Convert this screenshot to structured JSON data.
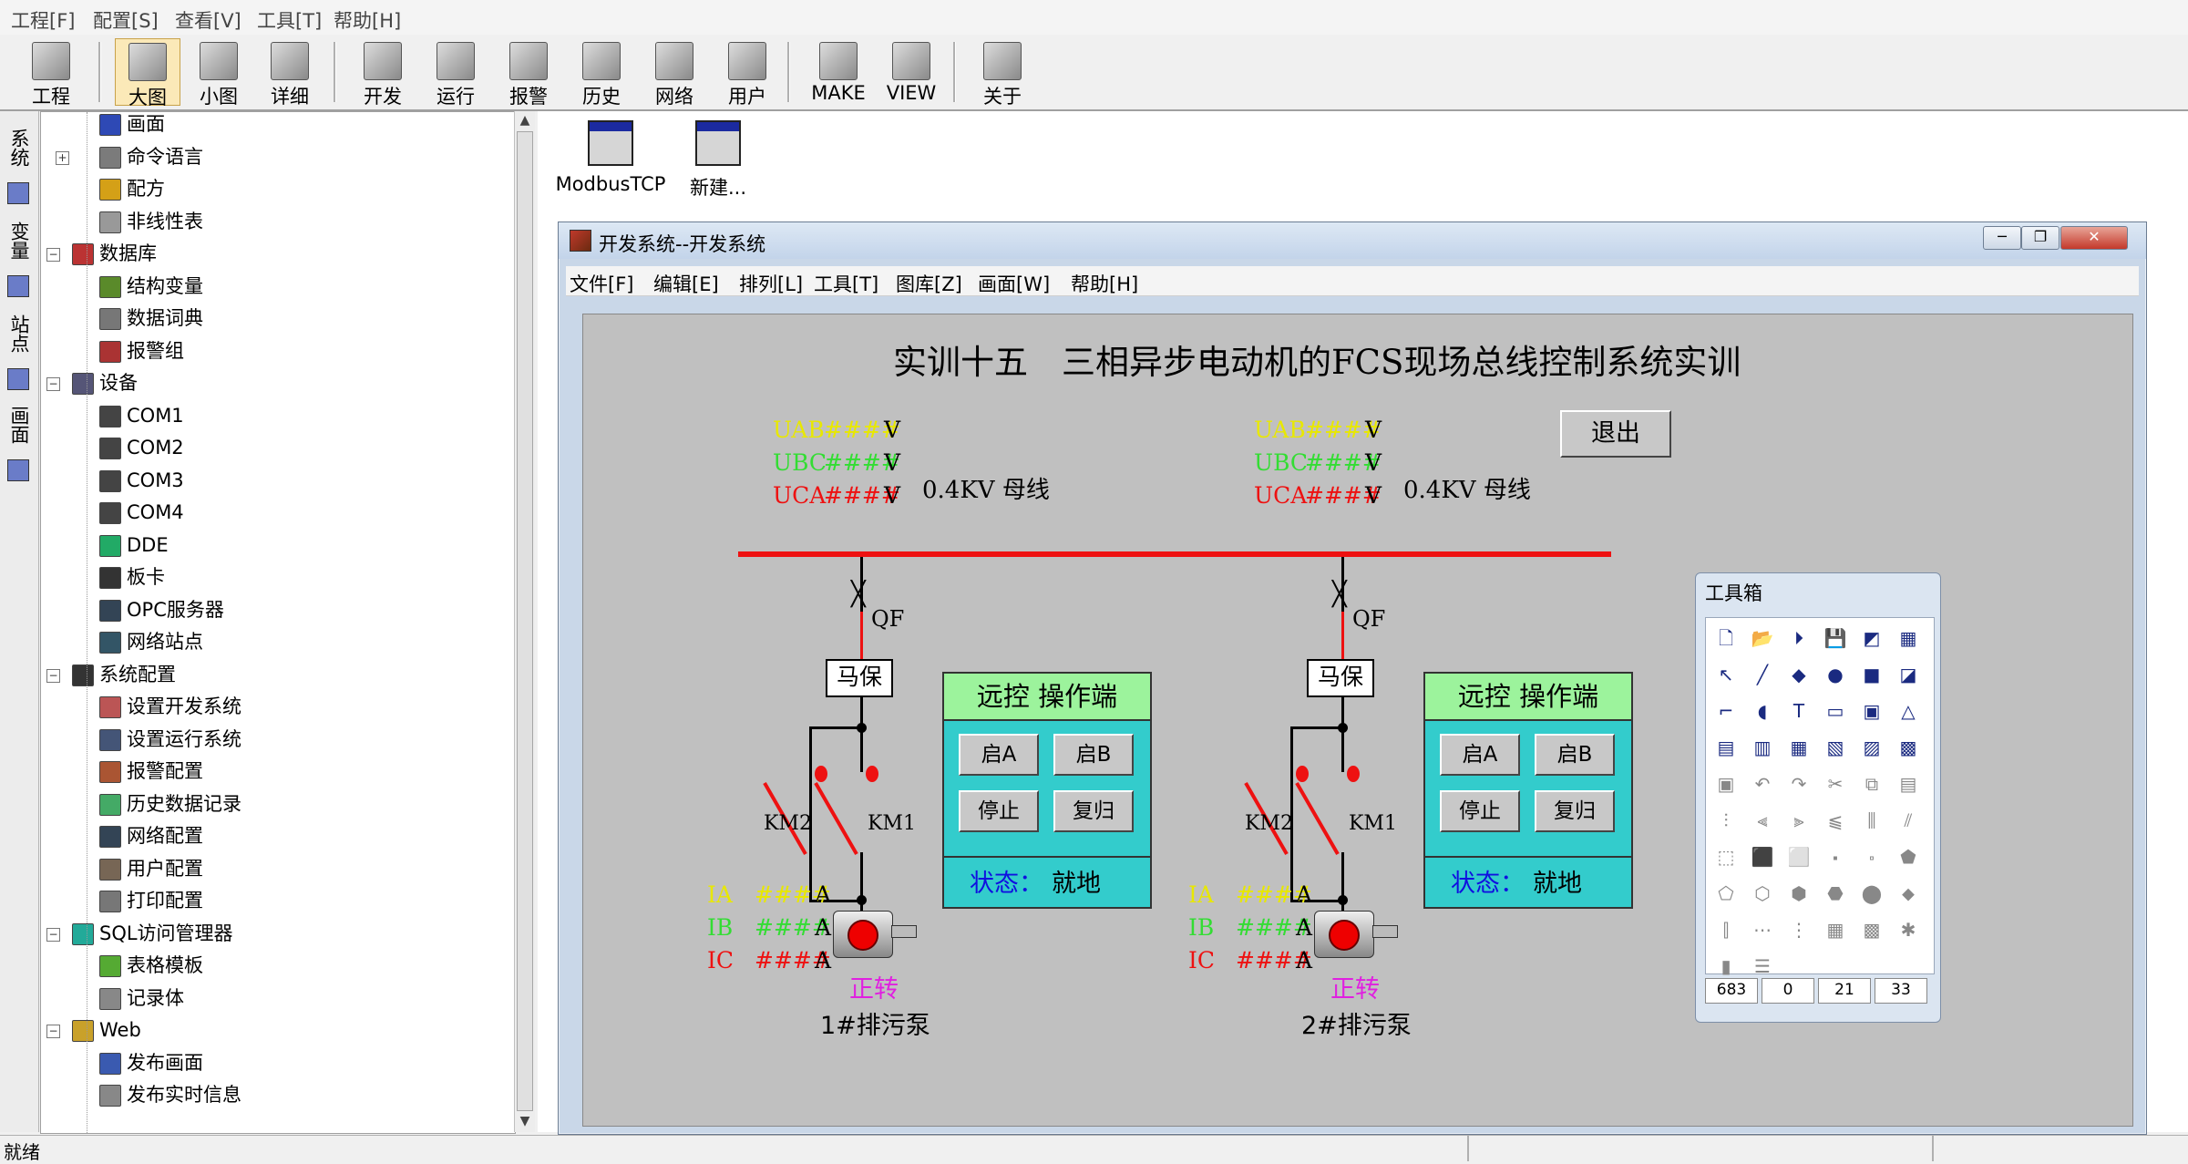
{
  "menubar": {
    "items": [
      "工程[F]",
      "配置[S]",
      "查看[V]",
      "工具[T]",
      "帮助[H]"
    ]
  },
  "toolbar": {
    "buttons": [
      {
        "label": "工程",
        "icon": "project-icon"
      },
      {
        "label": "大图",
        "icon": "large-icons-icon"
      },
      {
        "label": "小图",
        "icon": "small-icons-icon"
      },
      {
        "label": "详细",
        "icon": "details-icon"
      },
      {
        "label": "开发",
        "icon": "develop-icon"
      },
      {
        "label": "运行",
        "icon": "run-icon"
      },
      {
        "label": "报警",
        "icon": "alarm-icon"
      },
      {
        "label": "历史",
        "icon": "history-icon"
      },
      {
        "label": "网络",
        "icon": "network-icon"
      },
      {
        "label": "用户",
        "icon": "user-icon"
      },
      {
        "label": "MAKE",
        "icon": "make-icon"
      },
      {
        "label": "VIEW",
        "icon": "view-icon"
      },
      {
        "label": "关于",
        "icon": "about-icon"
      }
    ]
  },
  "vtabs": [
    "系统",
    "变量",
    "站点",
    "画面"
  ],
  "tree": {
    "items": [
      {
        "label": "画面",
        "level": 2
      },
      {
        "label": "命令语言",
        "level": 2,
        "expander": "+"
      },
      {
        "label": "配方",
        "level": 2
      },
      {
        "label": "非线性表",
        "level": 2
      },
      {
        "label": "数据库",
        "level": 1,
        "expander": "-"
      },
      {
        "label": "结构变量",
        "level": 2
      },
      {
        "label": "数据词典",
        "level": 2
      },
      {
        "label": "报警组",
        "level": 2
      },
      {
        "label": "设备",
        "level": 1,
        "expander": "-"
      },
      {
        "label": "COM1",
        "level": 2
      },
      {
        "label": "COM2",
        "level": 2
      },
      {
        "label": "COM3",
        "level": 2
      },
      {
        "label": "COM4",
        "level": 2
      },
      {
        "label": "DDE",
        "level": 2
      },
      {
        "label": "板卡",
        "level": 2
      },
      {
        "label": "OPC服务器",
        "level": 2
      },
      {
        "label": "网络站点",
        "level": 2
      },
      {
        "label": "系统配置",
        "level": 1,
        "expander": "-"
      },
      {
        "label": "设置开发系统",
        "level": 2
      },
      {
        "label": "设置运行系统",
        "level": 2
      },
      {
        "label": "报警配置",
        "level": 2
      },
      {
        "label": "历史数据记录",
        "level": 2
      },
      {
        "label": "网络配置",
        "level": 2
      },
      {
        "label": "用户配置",
        "level": 2
      },
      {
        "label": "打印配置",
        "level": 2
      },
      {
        "label": "SQL访问管理器",
        "level": 1,
        "expander": "-"
      },
      {
        "label": "表格模板",
        "level": 2
      },
      {
        "label": "记录体",
        "level": 2
      },
      {
        "label": "Web",
        "level": 1,
        "expander": "-"
      },
      {
        "label": "发布画面",
        "level": 2
      },
      {
        "label": "发布实时信息",
        "level": 2
      }
    ]
  },
  "projects": [
    {
      "label": "ModbusTCP"
    },
    {
      "label": "新建..."
    }
  ],
  "devwin": {
    "title": "开发系统--开发系统",
    "menu": [
      "文件[F]",
      "编辑[E]",
      "排列[L]",
      "工具[T]",
      "图库[Z]",
      "画面[W]",
      "帮助[H]"
    ]
  },
  "canvas": {
    "heading": "实训十五　三相异步电动机的FCS现场总线控制系统实训",
    "exit_label": "退出",
    "busbar_label": "0.4KV 母线",
    "units": [
      {
        "voltages": [
          {
            "name": "UAB",
            "value": "####",
            "unit": "V",
            "color": "#e8e800"
          },
          {
            "name": "UBC",
            "value": "####",
            "unit": "V",
            "color": "#33dd33"
          },
          {
            "name": "UCA",
            "value": "####",
            "unit": "V",
            "color": "#ee1111"
          }
        ],
        "breaker": "QF",
        "protector": "马保",
        "contactors": [
          "KM2",
          "KM1"
        ],
        "currents": [
          {
            "name": "IA",
            "value": "####",
            "unit": "A",
            "color": "#e8e800"
          },
          {
            "name": "IB",
            "value": "####",
            "unit": "A",
            "color": "#33dd33"
          },
          {
            "name": "IC",
            "value": "####",
            "unit": "A",
            "color": "#ee1111"
          }
        ],
        "motor_state": "正转",
        "pump_name": "1#排污泵",
        "panel": {
          "title": "远控 操作端",
          "buttons": [
            "启A",
            "启B",
            "停止",
            "复归"
          ],
          "status_label": "状态：",
          "status_value": "就地"
        }
      },
      {
        "voltages": [
          {
            "name": "UAB",
            "value": "####",
            "unit": "V",
            "color": "#e8e800"
          },
          {
            "name": "UBC",
            "value": "####",
            "unit": "V",
            "color": "#33dd33"
          },
          {
            "name": "UCA",
            "value": "####",
            "unit": "V",
            "color": "#ee1111"
          }
        ],
        "breaker": "QF",
        "protector": "马保",
        "contactors": [
          "KM2",
          "KM1"
        ],
        "currents": [
          {
            "name": "IA",
            "value": "####",
            "unit": "A",
            "color": "#e8e800"
          },
          {
            "name": "IB",
            "value": "####",
            "unit": "A",
            "color": "#33dd33"
          },
          {
            "name": "IC",
            "value": "####",
            "unit": "A",
            "color": "#ee1111"
          }
        ],
        "motor_state": "正转",
        "pump_name": "2#排污泵",
        "panel": {
          "title": "远控 操作端",
          "buttons": [
            "启A",
            "启B",
            "停止",
            "复归"
          ],
          "status_label": "状态：",
          "status_value": "就地"
        }
      }
    ]
  },
  "toolbox": {
    "title": "工具箱",
    "fields": [
      "683",
      "0",
      "21",
      "33"
    ]
  },
  "statusbar": {
    "text": "就绪"
  },
  "colors": {
    "busbar": "#ee1111",
    "panel_header": "#9cf39c",
    "panel_body": "#33cccc",
    "canvas_bg": "#c0c0c0"
  }
}
